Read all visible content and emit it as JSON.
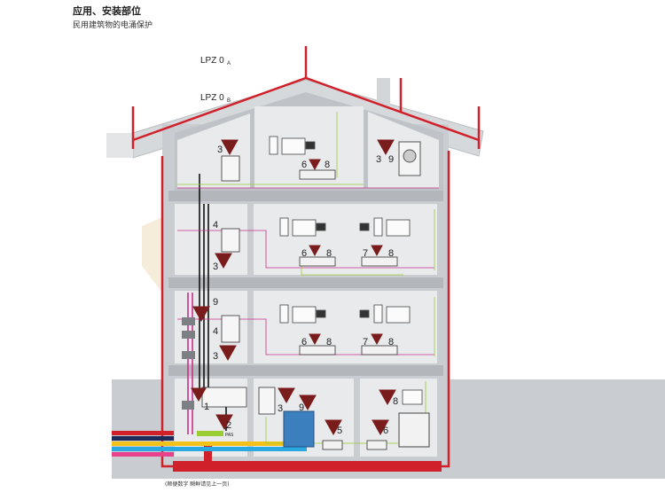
{
  "header": {
    "title": "应用、安装部位",
    "subtitle": "民用建筑物的电涌保护"
  },
  "zones": {
    "lpz0a": "LPZ 0",
    "lpz0a_sub": "A",
    "lpz0b": "LPZ 0",
    "lpz0b_sub": "B"
  },
  "labels": {
    "n1": "1",
    "n2": "2",
    "n3": "3",
    "n4": "4",
    "n5": "5",
    "n6": "6",
    "n7": "7",
    "n8": "8",
    "n9": "9",
    "pas": "PAS"
  },
  "footnote": "(顺便数字  瞬鲜请见上一页)",
  "colors": {
    "frame": "#d0202a",
    "roof": "#d3d6da",
    "wall": "#c8ccd0",
    "room": "#e9ebed",
    "ground": "#c7cbcf",
    "warning": "#7a1c1c"
  }
}
